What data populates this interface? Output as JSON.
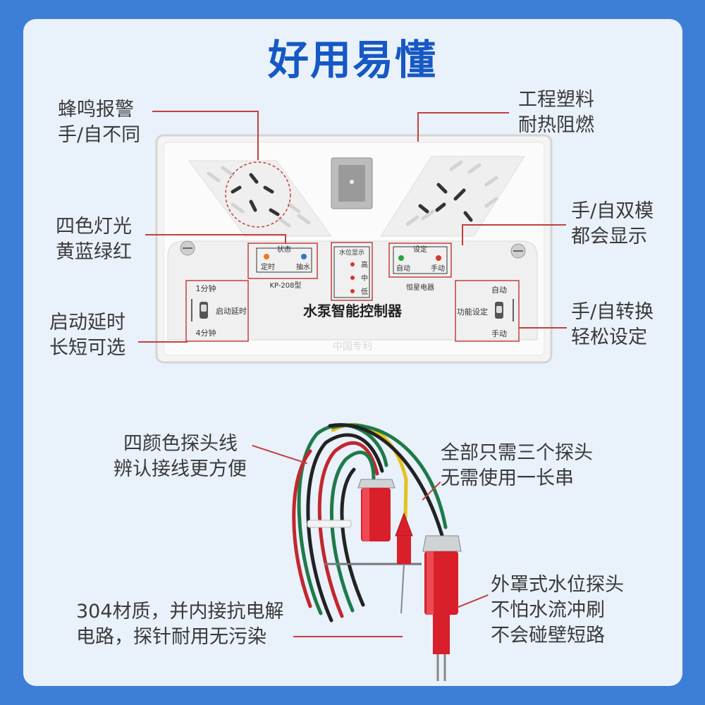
{
  "title": "好用易懂",
  "callouts": {
    "buzzer": [
      "蜂鸣报警",
      "手/自不同"
    ],
    "plastic": [
      "工程塑料",
      "耐热阻燃"
    ],
    "lights": [
      "四色灯光",
      "黄蓝绿红"
    ],
    "dual_mode": [
      "手/自双模",
      "都会显示"
    ],
    "delay": [
      "启动延时",
      "长短可选"
    ],
    "switch_mode": [
      "手/自转换",
      "轻松设定"
    ],
    "wires": [
      "四颜色探头线",
      "辨认接线更方便"
    ],
    "three_probes": [
      "全部只需三个探头",
      "无需使用一长串"
    ],
    "material": [
      "304材质，并内接抗电解",
      "电路，探针耐用无污染"
    ],
    "probe_cover": [
      "外罩式水位探头",
      "不怕水流冲刷",
      "不会碰壁短路"
    ]
  },
  "panel": {
    "status_title": "状态",
    "status_left": "定时",
    "status_right": "抽水",
    "model": "KP-208型",
    "water_title": "水位显示",
    "level_high": "高",
    "level_mid": "中",
    "level_low": "低",
    "set_title": "设定",
    "set_left": "自动",
    "set_right": "手动",
    "brand": "恒星电器",
    "delay_top": "1分钟",
    "delay_label": "启动延时",
    "delay_bottom": "4分钟",
    "product_name": "水泵智能控制器",
    "func_label": "功能设定",
    "func_top": "自动",
    "func_bottom": "手动",
    "patent": "中国专利"
  },
  "colors": {
    "title": "#1658c4",
    "accent_line": "#c2403f",
    "frame": "#3d7fd6",
    "probe_red": "#d81f2a"
  }
}
